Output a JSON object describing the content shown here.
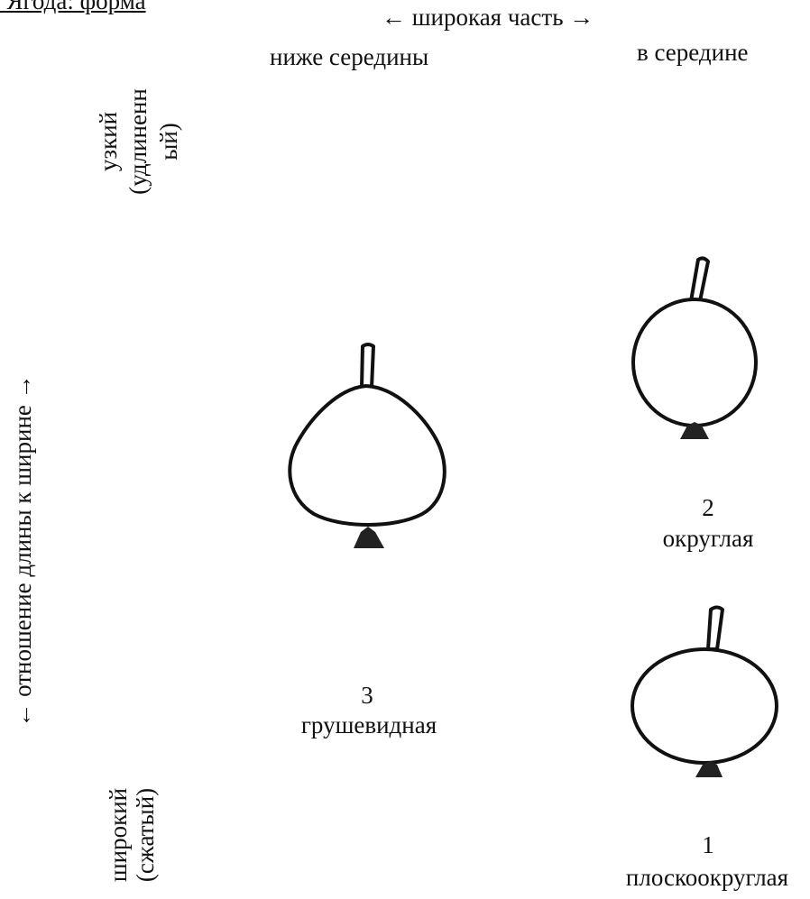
{
  "header": {
    "title": ". Ягода: форма"
  },
  "axes": {
    "horizontal": {
      "label": "← широкая часть →",
      "columns": [
        "ниже середины",
        "в середине"
      ]
    },
    "vertical": {
      "label": "← отношение длины к ширине →",
      "top_line1": "узкий",
      "top_line2": "(удлиненн",
      "top_line3": "ый)",
      "bottom_line1": "широкий",
      "bottom_line2": "(сжатый)"
    }
  },
  "shapes": [
    {
      "number": "3",
      "name": "грушевидная",
      "icon": "pear-berry-icon"
    },
    {
      "number": "2",
      "name": "округлая",
      "icon": "round-berry-icon"
    },
    {
      "number": "1",
      "name": "плоскоокруглая",
      "icon": "flat-round-berry-icon"
    }
  ]
}
